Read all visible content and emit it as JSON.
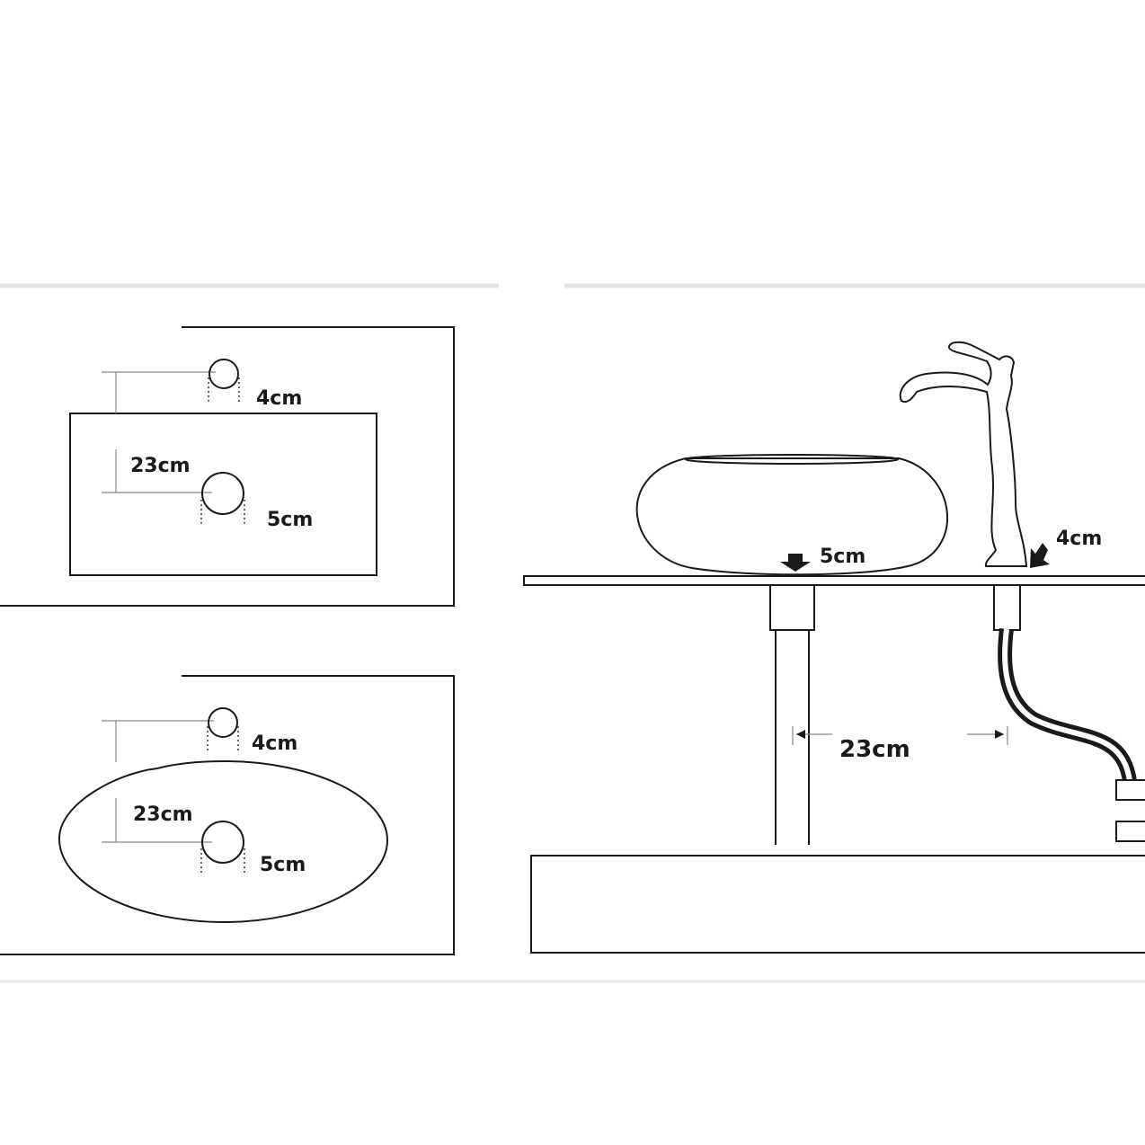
{
  "top_view_rect": {
    "faucet_hole_label": "4cm",
    "distance_label": "23cm",
    "drain_hole_label": "5cm"
  },
  "top_view_oval": {
    "faucet_hole_label": "4cm",
    "distance_label": "23cm",
    "drain_hole_label": "5cm"
  },
  "side_view": {
    "drain_label": "5cm",
    "faucet_label": "4cm",
    "distance_label": "23cm"
  }
}
